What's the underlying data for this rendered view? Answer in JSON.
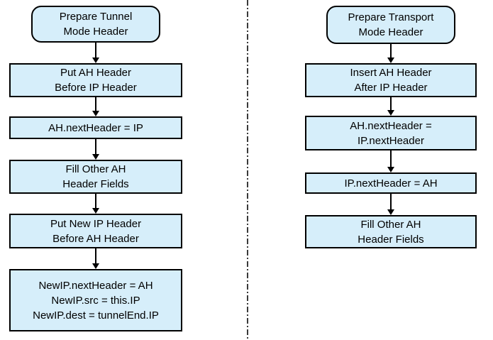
{
  "diagram": {
    "description": "Two side-by-side flowcharts for preparing AH headers, separated by a dash-dot divider",
    "colors": {
      "node_fill": "#d6eefa",
      "node_border": "#000000",
      "arrow": "#000000",
      "divider": "#3a3a3a",
      "background": "#ffffff"
    },
    "columns": [
      {
        "name": "tunnel-mode",
        "nodes": [
          {
            "type": "terminator",
            "label": "Prepare Tunnel\nMode Header"
          },
          {
            "type": "process",
            "label": "Put AH Header\nBefore IP Header"
          },
          {
            "type": "process",
            "label": "AH.nextHeader = IP"
          },
          {
            "type": "process",
            "label": "Fill Other AH\nHeader Fields"
          },
          {
            "type": "process",
            "label": "Put New IP Header\nBefore AH Header"
          },
          {
            "type": "process",
            "label": "NewIP.nextHeader = AH\nNewIP.src = this.IP\nNewIP.dest = tunnelEnd.IP"
          }
        ]
      },
      {
        "name": "transport-mode",
        "nodes": [
          {
            "type": "terminator",
            "label": "Prepare Transport\nMode Header"
          },
          {
            "type": "process",
            "label": "Insert AH Header\nAfter IP Header"
          },
          {
            "type": "process",
            "label": "AH.nextHeader =\nIP.nextHeader"
          },
          {
            "type": "process",
            "label": "IP.nextHeader = AH"
          },
          {
            "type": "process",
            "label": "Fill Other AH\nHeader Fields"
          }
        ]
      }
    ]
  }
}
